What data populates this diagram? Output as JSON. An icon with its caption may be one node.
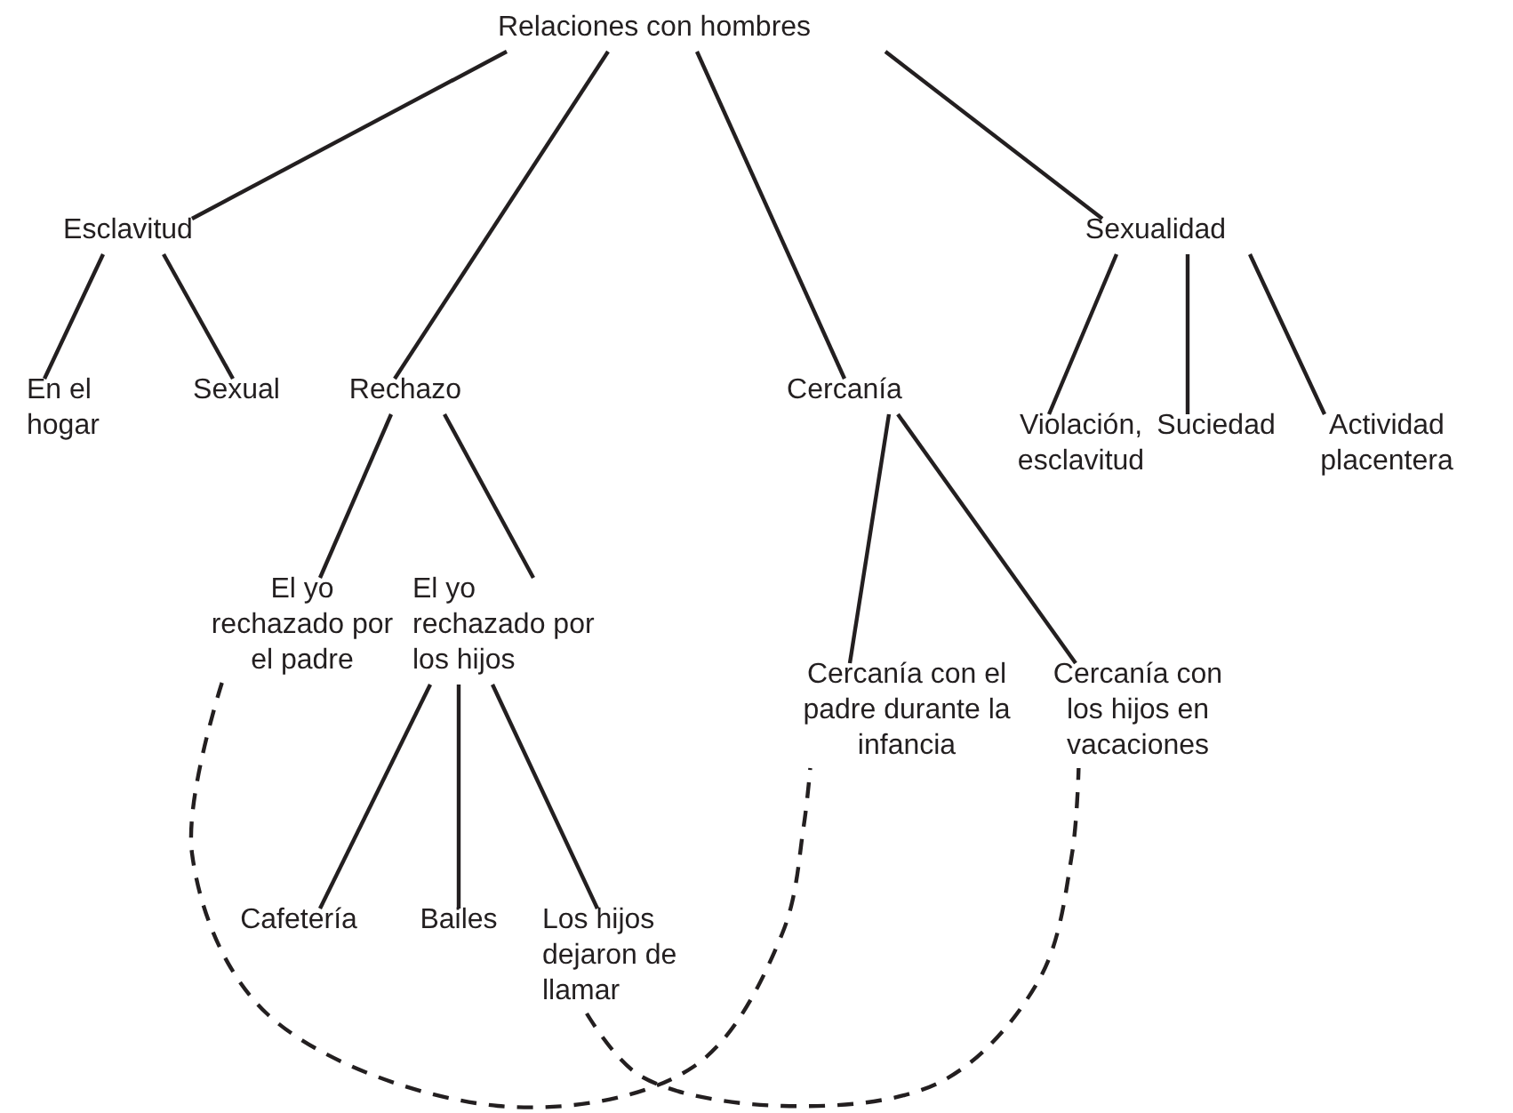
{
  "diagram": {
    "nodes": [
      {
        "text": [
          "Relaciones con hombres"
        ]
      },
      {
        "text": [
          "Esclavitud"
        ]
      },
      {
        "text": [
          "Sexualidad"
        ]
      },
      {
        "text": [
          "En el hogar"
        ]
      },
      {
        "text": [
          "Sexual"
        ]
      },
      {
        "text": [
          "Rechazo"
        ]
      },
      {
        "text": [
          "Cercanía"
        ]
      },
      {
        "text": [
          "Violación, esclavitud"
        ]
      },
      {
        "text": [
          "Suciedad"
        ]
      },
      {
        "text": [
          "Actividad placentera"
        ]
      },
      {
        "text": [
          "El yo rechazado por el padre"
        ]
      },
      {
        "text": [
          "El yo rechazado por los hijos"
        ]
      },
      {
        "text": [
          "Cercanía con el padre durante la infancia"
        ]
      },
      {
        "text": [
          "Cercanía con los hijos en vacaciones"
        ]
      },
      {
        "text": [
          "Cafetería"
        ]
      },
      {
        "text": [
          "Bailes"
        ]
      },
      {
        "text": [
          "Los hijos dejaron de llamar"
        ]
      }
    ],
    "edges": [
      {
        "from": 0,
        "to": 1,
        "arrow": "none"
      },
      {
        "from": 0,
        "to": 5,
        "arrow": "none"
      },
      {
        "from": 0,
        "to": 6,
        "arrow": "none"
      },
      {
        "from": 0,
        "to": 2,
        "arrow": "none"
      },
      {
        "from": 1,
        "to": 3,
        "arrow": "none"
      },
      {
        "from": 1,
        "to": 4,
        "arrow": "none"
      },
      {
        "from": 2,
        "to": 7,
        "arrow": "none"
      },
      {
        "from": 2,
        "to": 8,
        "arrow": "none"
      },
      {
        "from": 2,
        "to": 9,
        "arrow": "none"
      },
      {
        "from": 5,
        "to": 10,
        "arrow": "none"
      },
      {
        "from": 5,
        "to": 11,
        "arrow": "none"
      },
      {
        "from": 6,
        "to": 12,
        "arrow": "none"
      },
      {
        "from": 6,
        "to": 13,
        "arrow": "none"
      },
      {
        "from": 11,
        "to": 14,
        "arrow": "none"
      },
      {
        "from": 11,
        "to": 15,
        "arrow": "none"
      },
      {
        "from": 11,
        "to": 16,
        "arrow": "none"
      },
      {
        "from": 10,
        "to": 12,
        "arrow": "none",
        "style": "dashed"
      },
      {
        "from": 16,
        "to": 13,
        "arrow": "none",
        "style": "dashed"
      }
    ]
  }
}
